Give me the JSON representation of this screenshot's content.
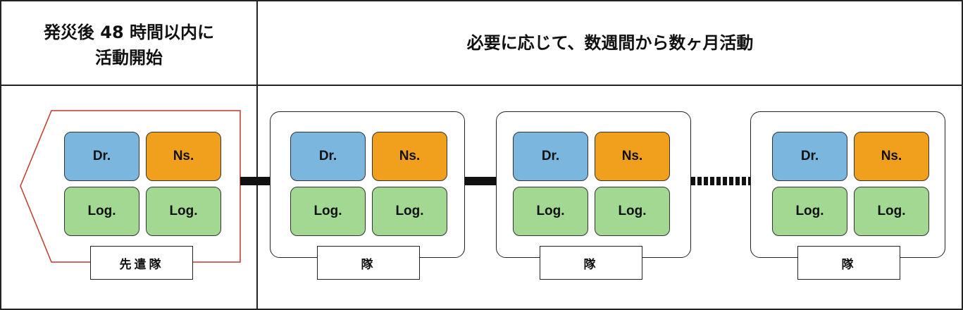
{
  "header": {
    "left_line1": "発災後 48 時間以内に",
    "left_line2": "活動開始",
    "right": "必要に応じて、数週間から数ヶ月活動"
  },
  "colors": {
    "dr": "#7ab6dd",
    "ns": "#f0a01c",
    "log": "#a3d893",
    "advance_outline": "#c0392b"
  },
  "teams": [
    {
      "label": "先遣隊",
      "members": [
        "Dr.",
        "Ns.",
        "Log.",
        "Log."
      ]
    },
    {
      "label": "隊",
      "members": [
        "Dr.",
        "Ns.",
        "Log.",
        "Log."
      ]
    },
    {
      "label": "隊",
      "members": [
        "Dr.",
        "Ns.",
        "Log.",
        "Log."
      ]
    },
    {
      "label": "隊",
      "members": [
        "Dr.",
        "Ns.",
        "Log.",
        "Log."
      ]
    }
  ]
}
